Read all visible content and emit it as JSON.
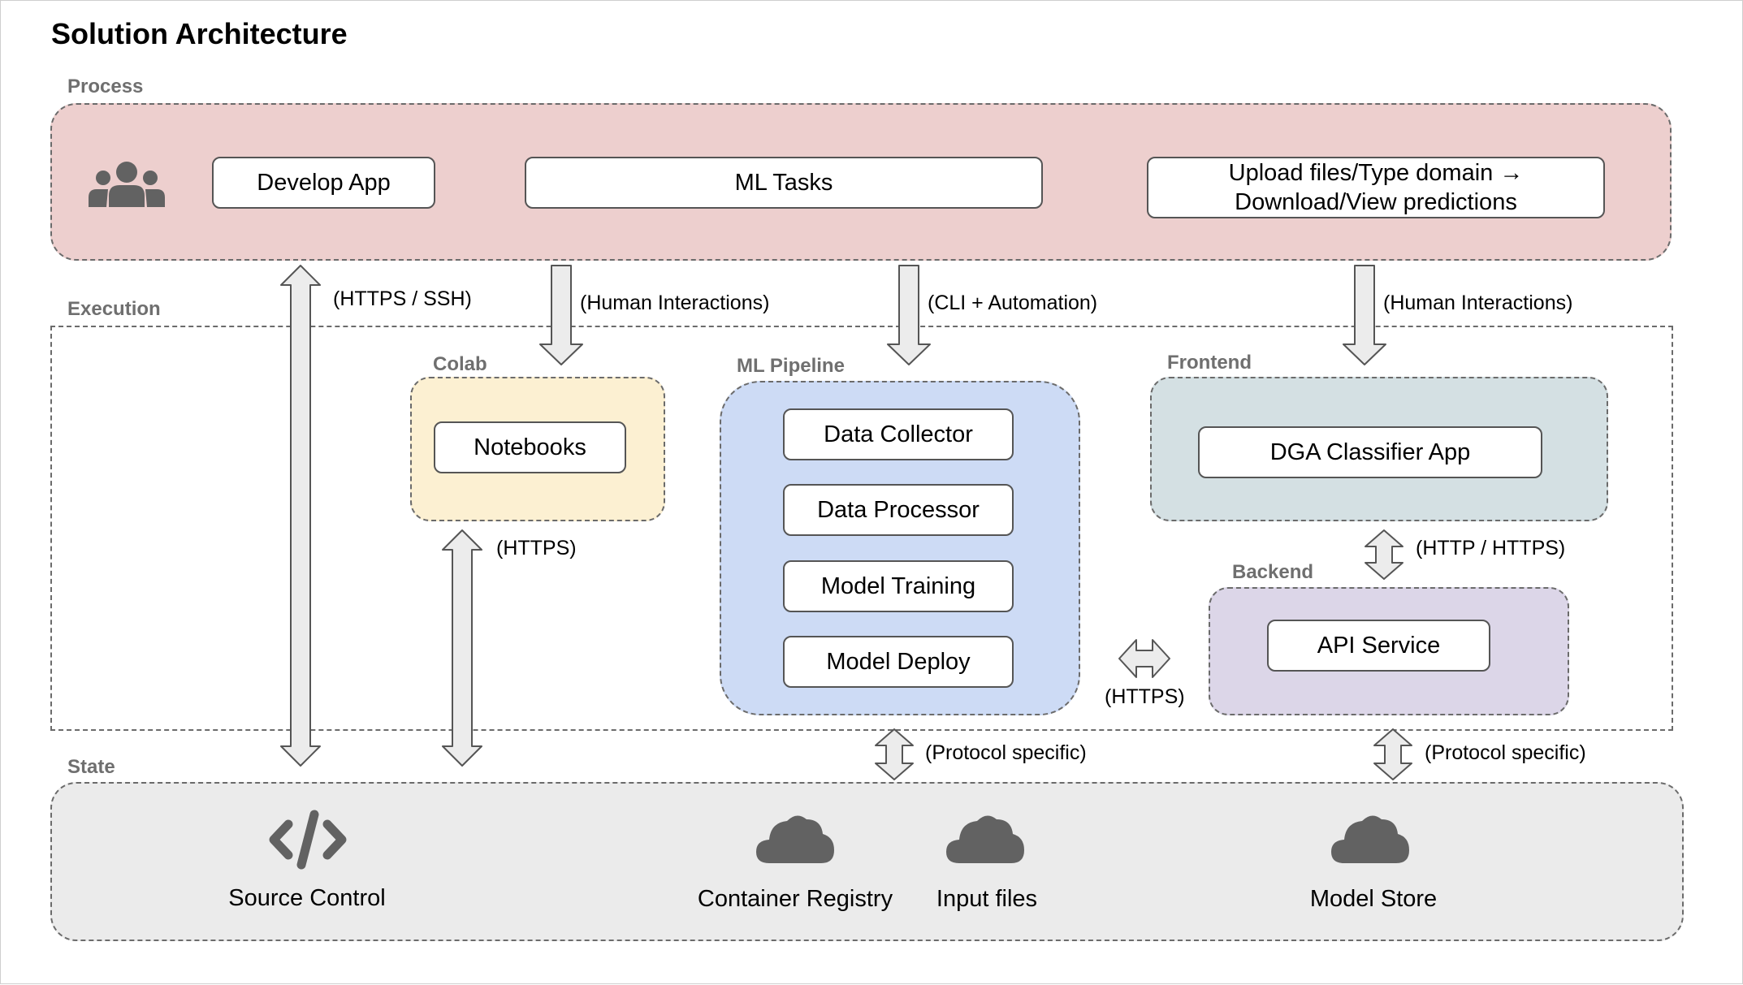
{
  "title": "Solution Architecture",
  "sections": {
    "process": "Process",
    "execution": "Execution",
    "state": "State"
  },
  "process": {
    "users_icon": "users-icon",
    "develop_app": "Develop App",
    "ml_tasks": "ML Tasks",
    "upload": "Upload files/Type domain →\nDownload/View predictions"
  },
  "groups": {
    "colab": "Colab",
    "ml_pipeline": "ML Pipeline",
    "frontend": "Frontend",
    "backend": "Backend"
  },
  "execution": {
    "notebooks": "Notebooks",
    "pipeline_steps": [
      "Data Collector",
      "Data Processor",
      "Model Training",
      "Model Deploy"
    ],
    "dga_app": "DGA Classifier App",
    "api_service": "API Service"
  },
  "arrows": {
    "https_ssh": "(HTTPS / SSH)",
    "human_1": "(Human Interactions)",
    "cli": "(CLI + Automation)",
    "human_2": "(Human Interactions)",
    "https_colab": "(HTTPS)",
    "http_https": "(HTTP / HTTPS)",
    "https_pipeline": "(HTTPS)",
    "protocol_1": "(Protocol specific)",
    "protocol_2": "(Protocol specific)"
  },
  "state": {
    "source_control": "Source Control",
    "source_icon": "code-icon",
    "container_registry": "Container Registry",
    "input_files": "Input files",
    "model_store": "Model Store",
    "cloud_icon": "cloud-icon"
  },
  "colors": {
    "process_fill": "#edcfce",
    "colab_fill": "#fcf0d2",
    "pipeline_fill": "#cddbf5",
    "frontend_fill": "#d4e0e3",
    "backend_fill": "#dcd6e8",
    "state_fill": "#ebebeb",
    "icon_gray": "#626262"
  }
}
